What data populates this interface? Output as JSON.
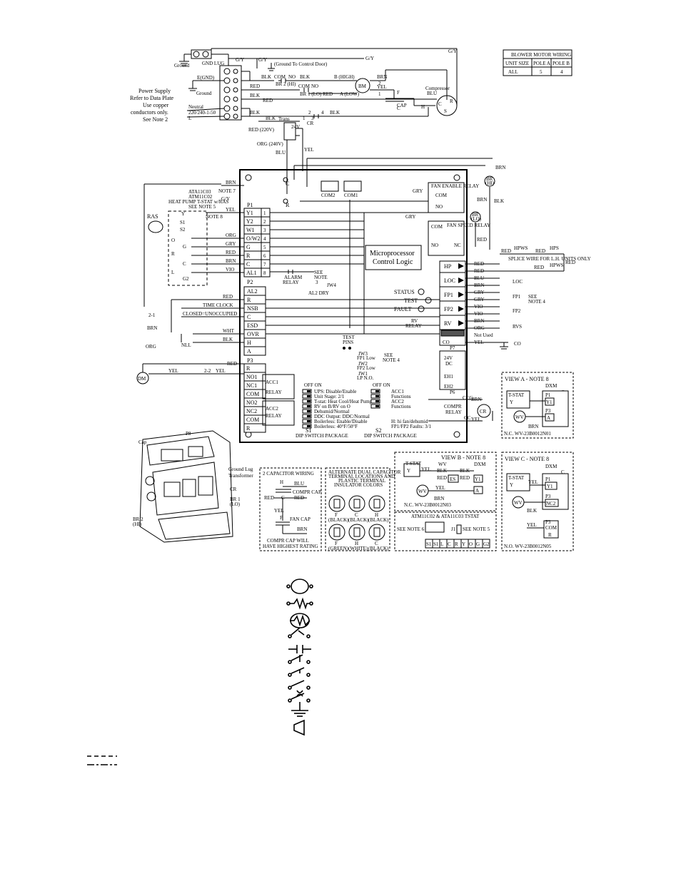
{
  "ground": {
    "gnd_lug": "GND LUG",
    "ground_label": "Ground",
    "control_door": "(Ground To Control Door)",
    "g_y": "G/Y"
  },
  "power_supply": {
    "lines": [
      "Power Supply",
      "Refer to Data Plate",
      "Use copper",
      "conductors only.",
      "See Note 2"
    ],
    "egnd": "E(GND)",
    "ground": "Ground",
    "neutral": "Neutral",
    "voltage": "220/240-1-50",
    "l": "L"
  },
  "wire_labels": {
    "blk": "BLK",
    "red": "RED",
    "brn": "BRN",
    "yel": "YEL",
    "blu": "BLU",
    "org": "ORG",
    "gry": "GRY",
    "vio": "VIO",
    "wht": "WHT",
    "com": "COM",
    "no": "NO",
    "b_high": "B (HIGH)",
    "a_low": "A (LOW)",
    "br2": "BR 2 (HI)",
    "br1": "BR 1 (LO)",
    "trans": "Trans",
    "red220": "RED (220V)",
    "org240": "ORG (240V)",
    "v24": "24V",
    "cr": "CR",
    "bm": "BM",
    "cap": "CAP",
    "compressor": "Compressor",
    "f": "F",
    "c": "C",
    "h": "H",
    "r": "R",
    "s": "S",
    "number_1": "1",
    "number_2": "2",
    "number_3": "3",
    "number_4": "4"
  },
  "blower_table": {
    "title": "BLOWER MOTOR WIRING",
    "headers": [
      "UNIT SIZE",
      "POLE A",
      "POLE B"
    ],
    "row": [
      "ALL",
      "5",
      "4"
    ]
  },
  "board": {
    "com2": "COM2",
    "com1": "COM1",
    "c": "C",
    "r": "R",
    "fan_enable": "FAN ENABLE RELAY",
    "fan_speed": "FAN SPEED RELAY",
    "com": "COM",
    "no": "NO",
    "nc": "NC",
    "microprocessor": [
      "Microprocessor",
      "Control Logic"
    ],
    "p1": "P1",
    "p1_terms": [
      "Y1",
      "Y2",
      "W1",
      "O/W2",
      "G",
      "R",
      "C",
      "AL1"
    ],
    "p1_nums": [
      "1",
      "2",
      "3",
      "4",
      "5",
      "6",
      "7",
      "8"
    ],
    "p2": "P2",
    "p2_terms": [
      "AL2",
      "R",
      "NSB",
      "C",
      "ESD",
      "OVR",
      "H",
      "A"
    ],
    "p3": "P3",
    "p3_terms": [
      "R",
      "NO1",
      "NC1",
      "COM",
      "NO2",
      "NC2",
      "COM",
      "R"
    ],
    "acc1": "ACC1",
    "acc2": "ACC2",
    "relay": "RELAY",
    "alarm": [
      "ALARM",
      "RELAY"
    ],
    "see_note": [
      "SEE",
      "NOTE",
      "3"
    ],
    "jw4": "JW4",
    "al2dry": "AL2  DRY",
    "status": "STATUS",
    "test": "TEST",
    "fault": "FAULT",
    "rv_relay": [
      "RV",
      "RELAY"
    ],
    "test_pins": [
      "TEST",
      "PINS"
    ],
    "jw3": [
      "JW3",
      "FP1 Low"
    ],
    "jw2": [
      "JW2",
      "FP2 Low"
    ],
    "jw1": [
      "JW1",
      "LP  N.O."
    ],
    "see_note4": [
      "SEE",
      "NOTE 4"
    ],
    "right_terms": [
      "HP",
      "LOC",
      "FP1",
      "FP2",
      "RV"
    ],
    "co": "CO",
    "p7": "P7",
    "p6": "P6",
    "dc24": [
      "24V",
      "DC"
    ],
    "eh1": "EH1",
    "eh2": "EH2",
    "ccg": "CCG",
    "cc": "CC",
    "compr_relay": [
      "COMPR",
      "RELAY"
    ],
    "s1": "S1",
    "s2": "S2",
    "dip": "DIP SWITCH PACKAGE",
    "off_on": "OFF  ON",
    "s1_items": [
      "UPS: Disable/Enable",
      "Unit Stage: 2/1",
      "T-stat: Heat Cool/Heat Pump",
      "RV on B/RV on O",
      "Dehumid/Normal",
      "DDC Output: DDC/Normal",
      "Boilerless: Enable/Disable",
      "Boilerless: 40°F/50°F"
    ],
    "s2_items": [
      "ACC1",
      "Functions",
      "ACC2",
      "Functions",
      "H: hi fan/dehumid",
      "FP1/FP2 Faults: 3/1"
    ]
  },
  "thermostat": {
    "lines": [
      "ATA11C03",
      "ATM11C02",
      "HEAT PUMP T-STAT w/RAS",
      "SEE NOTE 5"
    ],
    "note7": "NOTE 7",
    "note8": "NOTE 8",
    "ras": "RAS",
    "y": "Y",
    "s1": "S1",
    "s2": "S2",
    "o": "O",
    "g": "G",
    "r": "R",
    "c": "C",
    "l": "L",
    "g2": "G2"
  },
  "left_field": {
    "time_clock": "TIME CLOCK",
    "closed_unoccupied": "CLOSED=UNOCCUPIED",
    "nll": "NLL",
    "dm": "DM",
    "arrow_21": "2-1",
    "arrow_22": "2-2"
  },
  "right_field": {
    "hpws": "HPWS",
    "hps": "HPS",
    "splice": "SPLICE WIRE FOR L.H. UNITS ONLY",
    "loc": "LOC",
    "fp1": "FP1",
    "fp2": "FP2",
    "rvs": "RVS",
    "not_used": "Not Used",
    "co": "CO",
    "see_note4": [
      "SEE",
      "NOTE 4"
    ],
    "cr": "CR",
    "br_hi": [
      "BR",
      "(HI)"
    ],
    "br_lo": [
      "BR",
      "(LO)"
    ]
  },
  "view_a": {
    "title": "VIEW A - NOTE 8",
    "dxm": "DXM",
    "tstat": "T-STAT",
    "y": "Y",
    "c": "C",
    "p1": "P1",
    "y1": "Y1",
    "p3": "P3",
    "a": "A",
    "wv": "WV",
    "brn": "BRN",
    "footer": "N.C. WV-23B0012N01"
  },
  "view_b": {
    "title": "VIEW B - NOTE 8",
    "wv": "WV",
    "dxm": "DXM",
    "tstat": "T-STAT",
    "y": "Y",
    "yel": "YEL",
    "blk": "BLK",
    "red": "RED",
    "es": "ES",
    "y1": "Y1",
    "a": "A",
    "brn": "BRN",
    "footer": "N.C. WV-23B0012N03"
  },
  "view_c": {
    "title": "VIEW C - NOTE 8",
    "dxm": "DXM",
    "tstat": "T-STAT",
    "y": "Y",
    "c": "C",
    "yel": "YEL",
    "p1": "P1",
    "y1": "Y1",
    "p3": "P3",
    "nc2": "NC2",
    "blk": "BLK",
    "com": "COM",
    "r": "R",
    "wv": "WV",
    "footer": "N.O. WV-23B0012N05"
  },
  "cap_wiring": {
    "title": "2 CAPACITOR WIRING",
    "h": "H",
    "blu": "BLU",
    "compr_cap": "COMPR CAP",
    "red": "RED",
    "c": "C",
    "yel": "YEL",
    "f": "F",
    "fan_cap": "FAN CAP",
    "brn": "BRN",
    "note": [
      "COMPR CAP WILL",
      "HAVE HIGHEST RATING"
    ]
  },
  "dual_cap": {
    "title": [
      "ALTERNATE DUAL CAPACITOR",
      "TERMINAL LOCATIONS AND",
      "PLASTIC TERMINAL",
      "INSULATOR COLORS"
    ],
    "top": [
      [
        "F",
        "(BLACK)"
      ],
      [
        "C",
        "(BLACK)"
      ],
      [
        "H",
        "(BLACK)"
      ]
    ],
    "bottom": [
      [
        "F",
        "(GREEN)"
      ],
      [
        "H",
        "(WHITE)"
      ],
      [
        "C",
        "(BLACK)"
      ]
    ]
  },
  "atm_tstat": {
    "title": "ATM11C02 & ATA11C03 TSTAT",
    "see_note6": "SEE NOTE 6",
    "see_note5": "SEE NOTE 5",
    "j1": "J1",
    "terms": [
      "S1",
      "S1",
      "L",
      "C",
      "R",
      "Y",
      "O",
      "G",
      "G2"
    ]
  },
  "cutaway": {
    "p8": "P8",
    "cap": "Cap",
    "ground_lug": "Ground Lug",
    "transformer": "Transformer",
    "cr": "CR",
    "br1": [
      "BR 1",
      "(LO)"
    ],
    "br2": [
      "BR 2",
      "(HI)"
    ]
  }
}
